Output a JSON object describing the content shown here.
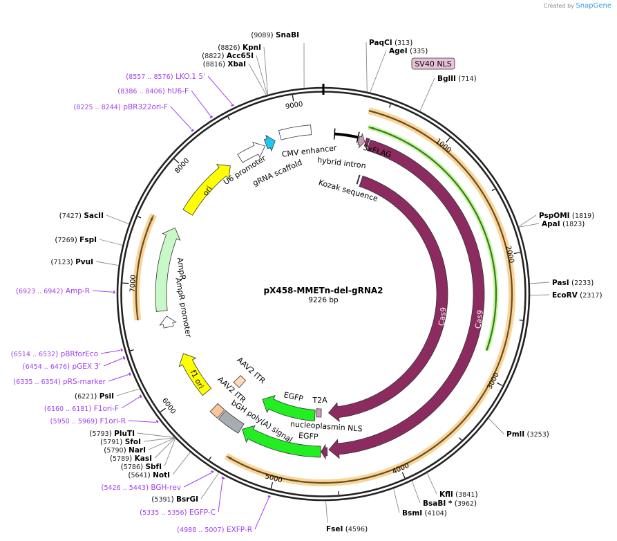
{
  "branding": {
    "created_by": "Created by",
    "app": "SnapGene"
  },
  "plasmid": {
    "name": "pX458-MMETn-del-gRNA2",
    "length": "9226 bp"
  },
  "features": {
    "ori": "ori",
    "u6": "U6 promoter",
    "grna": "gRNA scaffold",
    "cmv": "CMV enhancer",
    "intron": "hybrid intron",
    "flag": "3xFLAG",
    "kozak": "Kozak sequence",
    "cas9_outer": "Cas9",
    "cas9_inner": "Cas9",
    "t2a": "T2A",
    "egfp_inner": "EGFP",
    "nls": "nucleoplasmin NLS",
    "egfp_outer": "EGFP",
    "bgh": "bGH poly(A) signal",
    "itr1": "AAV2 ITR",
    "itr2": "AAV2 ITR",
    "f1ori": "f1 ori",
    "ampr_promoter": "AmpR promoter",
    "ampr": "AmpR",
    "sv40": "SV40 NLS"
  },
  "ticks": [
    "1000",
    "2000",
    "3000",
    "4000",
    "5000",
    "6000",
    "7000",
    "8000",
    "9000"
  ],
  "enzymes": [
    {
      "pos": "9089",
      "name": "SnaBI"
    },
    {
      "pos": "8826",
      "name": "KpnI"
    },
    {
      "pos": "8822",
      "name": "Acc65I"
    },
    {
      "pos": "8816",
      "name": "XbaI"
    },
    {
      "pos": "313",
      "name": "PaqCI"
    },
    {
      "pos": "335",
      "name": "AgeI"
    },
    {
      "pos": "714",
      "name": "BglII"
    },
    {
      "pos": "1819",
      "name": "PspOMI"
    },
    {
      "pos": "1823",
      "name": "ApaI"
    },
    {
      "pos": "2233",
      "name": "PasI"
    },
    {
      "pos": "2317",
      "name": "EcoRV"
    },
    {
      "pos": "3253",
      "name": "PmlI"
    },
    {
      "pos": "3841",
      "name": "KflI"
    },
    {
      "pos": "3962",
      "name": "BsaBI *"
    },
    {
      "pos": "4104",
      "name": "BsmI"
    },
    {
      "pos": "4596",
      "name": "FseI"
    },
    {
      "pos": "7427",
      "name": "SacII"
    },
    {
      "pos": "7269",
      "name": "FspI"
    },
    {
      "pos": "7123",
      "name": "PvuI"
    },
    {
      "pos": "6221",
      "name": "PsiI"
    },
    {
      "pos": "5793",
      "name": "PluTI"
    },
    {
      "pos": "5791",
      "name": "SfoI"
    },
    {
      "pos": "5790",
      "name": "NarI"
    },
    {
      "pos": "5789",
      "name": "KasI"
    },
    {
      "pos": "5786",
      "name": "SbfI"
    },
    {
      "pos": "5641",
      "name": "NotI"
    },
    {
      "pos": "5391",
      "name": "BsrGI"
    }
  ],
  "primers": [
    {
      "range": "8557 .. 8576",
      "name": "LKO.1 5'"
    },
    {
      "range": "8386 .. 8406",
      "name": "hU6-F"
    },
    {
      "range": "8225 .. 8244",
      "name": "pBR322ori-F"
    },
    {
      "range": "6923 .. 6942",
      "name": "Amp-R"
    },
    {
      "range": "6514 .. 6532",
      "name": "pBRforEco"
    },
    {
      "range": "6454 .. 6476",
      "name": "pGEX 3'"
    },
    {
      "range": "6335 .. 6354",
      "name": "pRS-marker"
    },
    {
      "range": "6160 .. 6181",
      "name": "F1ori-F"
    },
    {
      "range": "5950 .. 5969",
      "name": "F1ori-R"
    },
    {
      "range": "5426 .. 5443",
      "name": "BGH-rev"
    },
    {
      "range": "5335 .. 5356",
      "name": "EGFP-C"
    },
    {
      "range": "4988 .. 5007",
      "name": "EXFP-R"
    }
  ],
  "colors": {
    "cas9": "#8b2b5f",
    "primer": "#a040f0",
    "ori": "#ffff00",
    "egfp": "#22ee22",
    "ampr": "#c8f8c8",
    "grna": "#1ec8f0",
    "flag": "#c79bb8",
    "bgh": "#a7adb3",
    "itr": "#f9c59b",
    "orf": "#f5c77a"
  }
}
